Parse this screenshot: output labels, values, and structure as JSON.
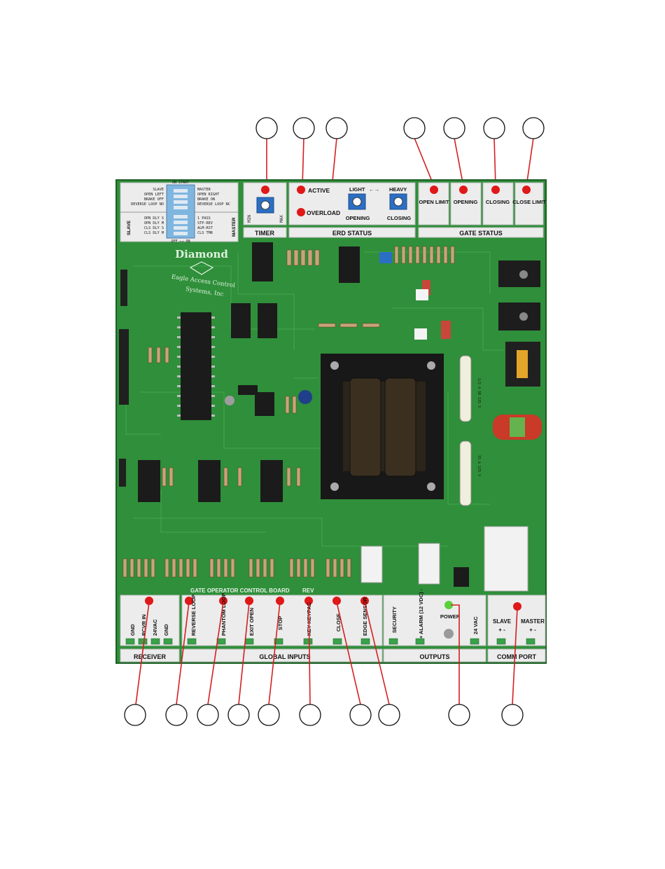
{
  "colors": {
    "board": "#2f8f3a",
    "board_dark": "#226d2b",
    "silk_panel": "#ececec",
    "led_red": "#e01818",
    "led_green": "#58d23a",
    "callout_line": "#d42020",
    "trace": "#3fa84a"
  },
  "dip_switch": {
    "top_label": "ON START",
    "bottom_label": "OFF ←→ ON",
    "left_top": [
      "SLAVE",
      "OPEN LEFT",
      "BRAKE OFF",
      "REVERSE LOOP NO"
    ],
    "right_top": [
      "MASTER",
      "OPEN RIGHT",
      "BRAKE ON",
      "REVERSE LOOP NC"
    ],
    "left_bottom": [
      "OPN DLY S",
      "OPN DLY M",
      "CLS DLY S",
      "CLS DLY M"
    ],
    "right_bottom": [
      "1 PASS",
      "STP-REV",
      "ALM-RST",
      "CLS TMR"
    ],
    "side_left": "SLAVE",
    "side_right": "MASTER"
  },
  "timer": {
    "min": "MIN",
    "max": "MAX",
    "section": "TIMER"
  },
  "erd_status": {
    "active": "ACTIVE",
    "overload": "OVERLOAD",
    "light": "LIGHT",
    "heavy": "HEAVY",
    "opening": "OPENING",
    "closing": "CLOSING",
    "section": "ERD STATUS"
  },
  "gate_status": {
    "items": [
      "OPEN LIMIT",
      "OPENING",
      "CLOSING",
      "CLOSE LIMIT"
    ],
    "section": "GATE STATUS"
  },
  "logo": {
    "brand": "Diamond",
    "line1": "Eagle Access Control",
    "line2": "Systems, Inc"
  },
  "board_title": "GATE OPERATOR CONTROL BOARD",
  "rev": "REV",
  "fuse1": "1/2 A SB 125 V",
  "fuse2": "15 A 125 V",
  "bottom": {
    "receiver": [
      "GND",
      "RCVR IN",
      "24VAC",
      "GND"
    ],
    "receiver_section": "RECEIVER",
    "global_inputs": [
      "REVERSE LOOP",
      "PHANTOM LOOP",
      "EXIT OPEN",
      "STOP",
      "KEY KEYPAD",
      "CLOSE",
      "EDGE SENSOR"
    ],
    "global_section": "GLOBAL INPUTS",
    "outputs": [
      "SECURITY",
      "+ ALARM (12 VDC) -",
      "POWER",
      "24 VAC"
    ],
    "outputs_section": "OUTPUTS",
    "comm": [
      "SLAVE",
      "MASTER"
    ],
    "comm_signs": "+ -",
    "comm_section": "COMM PORT"
  }
}
